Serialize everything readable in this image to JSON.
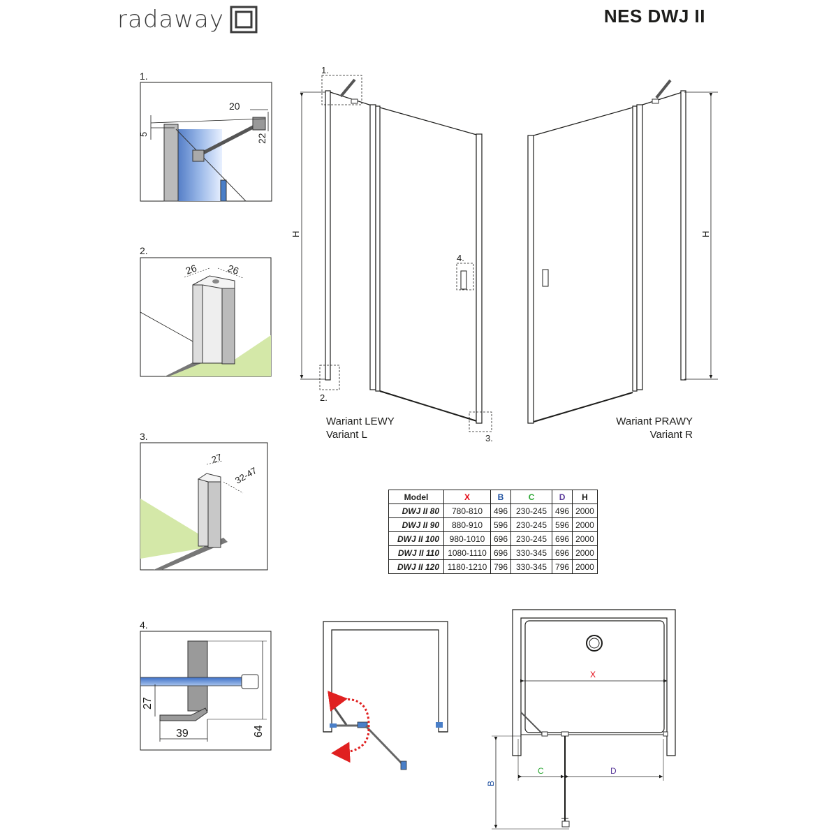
{
  "header": {
    "brand_name": "radaway",
    "model_title": "NES DWJ II"
  },
  "variants": {
    "left_line1": "Wariant LEWY",
    "left_line2": "Variant L",
    "right_line1": "Wariant PRAWY",
    "right_line2": "Variant R"
  },
  "callouts": {
    "c1": "1.",
    "c2": "2.",
    "c3": "3.",
    "c4": "4."
  },
  "dimensions": {
    "height_label": "H",
    "detail1_a": "20",
    "detail1_b": "5",
    "detail1_c": "22",
    "detail2_a": "26",
    "detail2_b": "26",
    "detail3_a": "27",
    "detail3_b": "32-47",
    "detail4_a": "27",
    "detail4_b": "39",
    "detail4_c": "64",
    "plan_x": "X",
    "plan_b": "B",
    "plan_c": "C",
    "plan_d": "D"
  },
  "colors": {
    "x": "#e30613",
    "b": "#1d4f9f",
    "c": "#2ea836",
    "d": "#5a3a9a",
    "glass": "#4a7fc8",
    "floor": "#d4e8a8",
    "arrow": "#e02020"
  },
  "table": {
    "headers": [
      "Model",
      "X",
      "B",
      "C",
      "D",
      "H"
    ],
    "rows": [
      [
        "DWJ II 80",
        "780-810",
        "496",
        "230-245",
        "496",
        "2000"
      ],
      [
        "DWJ II 90",
        "880-910",
        "596",
        "230-245",
        "596",
        "2000"
      ],
      [
        "DWJ II 100",
        "980-1010",
        "696",
        "230-245",
        "696",
        "2000"
      ],
      [
        "DWJ II 110",
        "1080-1110",
        "696",
        "330-345",
        "696",
        "2000"
      ],
      [
        "DWJ II 120",
        "1180-1210",
        "796",
        "330-345",
        "796",
        "2000"
      ]
    ]
  }
}
